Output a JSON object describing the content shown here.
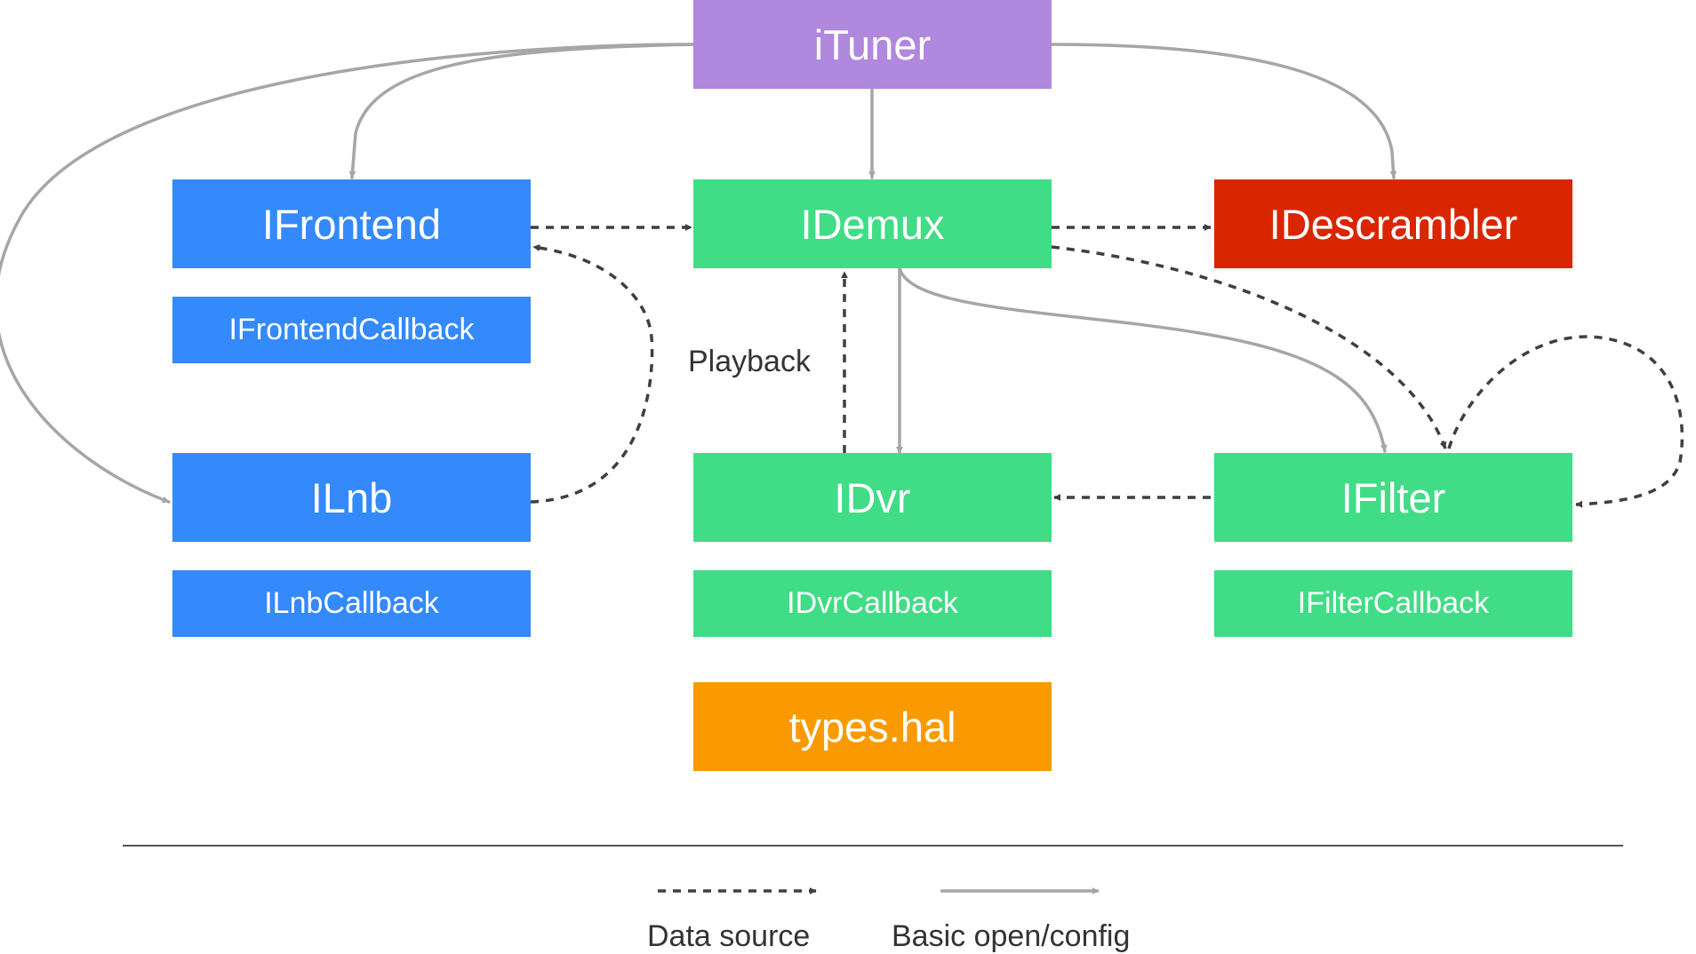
{
  "colors": {
    "purple": "#B088DE",
    "blue": "#3489FB",
    "green": "#41DC86",
    "red": "#D92600",
    "orange": "#FA9A00",
    "solid_arrow": "#A6A6A6",
    "dashed_arrow": "#3F3F3F"
  },
  "nodes": {
    "ituner": "iTuner",
    "ifrontend": "IFrontend",
    "ifrontend_callback": "IFrontendCallback",
    "ilnb": "ILnb",
    "ilnb_callback": "ILnbCallback",
    "idemux": "IDemux",
    "idvr": "IDvr",
    "idvr_callback": "IDvrCallback",
    "idescrambler": "IDescrambler",
    "ifilter": "IFilter",
    "ifilter_callback": "IFilterCallback",
    "types": "types.hal"
  },
  "edge_labels": {
    "playback": "Playback"
  },
  "legend": {
    "data_source": "Data source",
    "basic_open_config": "Basic open/config"
  }
}
